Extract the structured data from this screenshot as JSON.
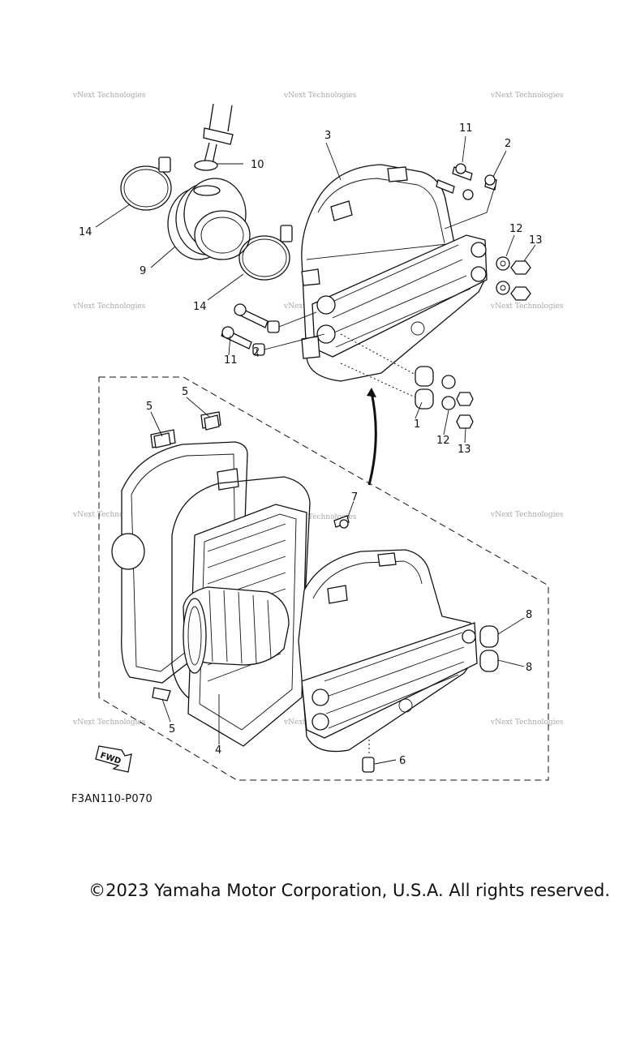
{
  "diagram": {
    "callouts": [
      "1",
      "2",
      "3",
      "4",
      "5",
      "6",
      "7",
      "8",
      "9",
      "10",
      "11",
      "12",
      "13",
      "14"
    ],
    "watermark": "vNext Technologies",
    "fwd_label": "FWD",
    "ref_code": "F3AN110-P070"
  },
  "footer": {
    "copyright": "©2023 Yamaha Motor Corporation, U.S.A. All rights reserved."
  }
}
